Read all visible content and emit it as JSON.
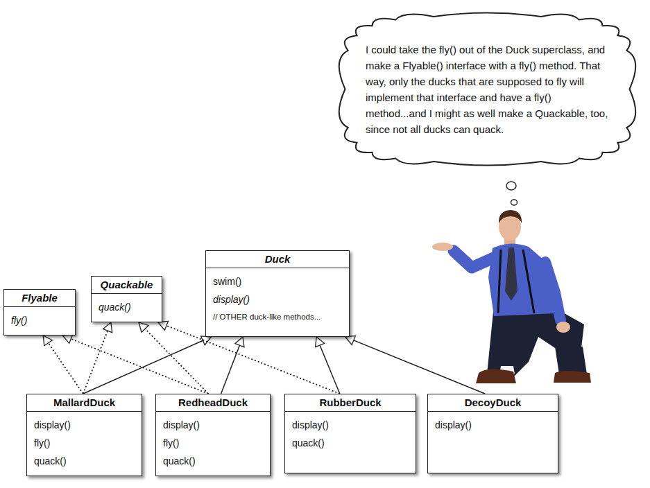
{
  "diagram": {
    "nodes": [
      {
        "text": [
          "I could take the fly() out of the Duck superclass, and make a Flyable() interface with a fly() method. That way, only the ducks that are supposed to fly will implement that interface and have a fly() method...and I might as well make a Quackable, too, since not all ducks can quack."
        ]
      },
      {
        "text": [
          "Flyable",
          "fly()"
        ]
      },
      {
        "text": [
          "Quackable",
          "quack()"
        ]
      },
      {
        "text": [
          "Duck",
          "swim()",
          "display()",
          "// OTHER duck-like methods..."
        ]
      },
      {
        "text": [
          "MallardDuck",
          "display()",
          "fly()",
          "quack()"
        ]
      },
      {
        "text": [
          "RedheadDuck",
          "display()",
          "fly()",
          "quack()"
        ]
      },
      {
        "text": [
          "RubberDuck",
          "display()",
          "quack()"
        ]
      },
      {
        "text": [
          "DecoyDuck",
          "display()"
        ]
      }
    ],
    "edges": [
      {
        "from": 4,
        "to": 3,
        "arrow": "to"
      },
      {
        "from": 4,
        "to": 1,
        "arrow": "to"
      },
      {
        "from": 4,
        "to": 2,
        "arrow": "to"
      },
      {
        "from": 5,
        "to": 3,
        "arrow": "to"
      },
      {
        "from": 5,
        "to": 1,
        "arrow": "to"
      },
      {
        "from": 5,
        "to": 2,
        "arrow": "to"
      },
      {
        "from": 6,
        "to": 3,
        "arrow": "to"
      },
      {
        "from": 6,
        "to": 2,
        "arrow": "to"
      },
      {
        "from": 7,
        "to": 3,
        "arrow": "to"
      }
    ]
  }
}
